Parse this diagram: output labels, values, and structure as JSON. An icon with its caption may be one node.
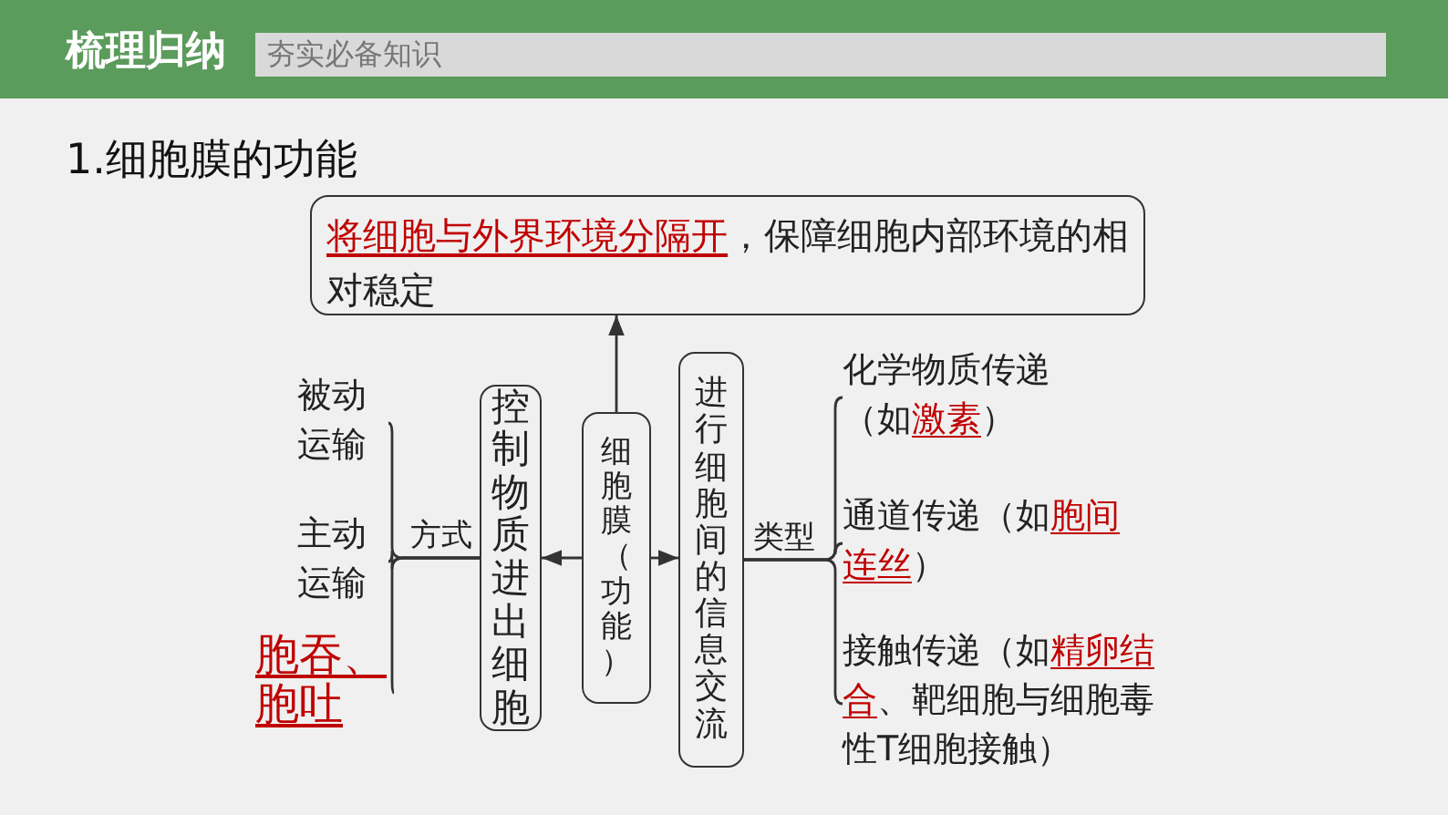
{
  "diagram": {
    "title": "1.细胞膜的功能",
    "nodes": [
      {
        "text": [
          "**将细胞与外界环境分隔开**，保障细胞内部环境的相对稳定"
        ]
      },
      {
        "text": [
          "细胞膜（功能）"
        ]
      },
      {
        "text": [
          "控制物质进出细胞"
        ]
      },
      {
        "text": [
          "进行细胞间的信息交流"
        ]
      },
      {
        "text": [
          "被动运输"
        ]
      },
      {
        "text": [
          "主动运输"
        ]
      },
      {
        "text": [
          "**胞吞、胞吐**"
        ]
      },
      {
        "text": [
          "化学物质传递（如**激素**）"
        ]
      },
      {
        "text": [
          "通道传递（如**胞间连丝**）"
        ]
      },
      {
        "text": [
          "接触传递（如**精卵结合**、靶细胞与细胞毒性T细胞接触）"
        ]
      }
    ],
    "edges": [
      {
        "from": 1,
        "to": 0,
        "arrow": "to"
      },
      {
        "from": 1,
        "to": 2,
        "arrow": "to"
      },
      {
        "from": 1,
        "to": 3,
        "arrow": "to"
      },
      {
        "from": 2,
        "to": 4,
        "arrow": "none",
        "label": "方式"
      },
      {
        "from": 2,
        "to": 5,
        "arrow": "none"
      },
      {
        "from": 2,
        "to": 6,
        "arrow": "none"
      },
      {
        "from": 3,
        "to": 7,
        "arrow": "none",
        "label": "类型"
      },
      {
        "from": 3,
        "to": 8,
        "arrow": "none"
      },
      {
        "from": 3,
        "to": 9,
        "arrow": "none"
      }
    ],
    "labels": [
      "梳理归纳",
      "夯实必备知识"
    ]
  }
}
